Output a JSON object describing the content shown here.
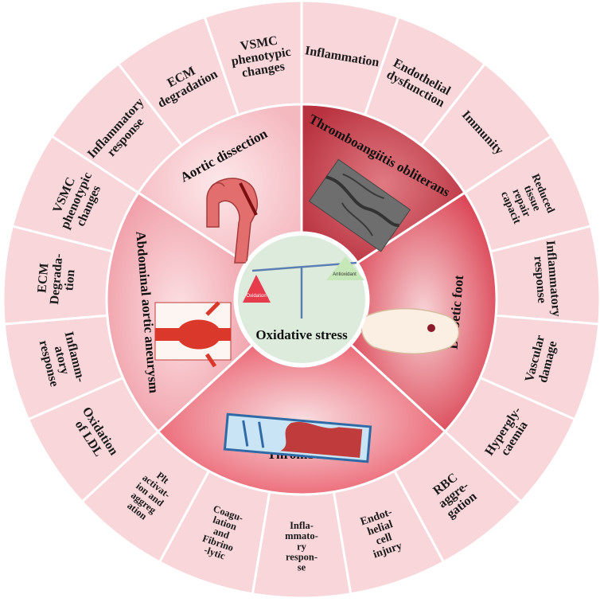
{
  "center": {
    "title": "Oxidative stress",
    "left_pan": "Oxidation",
    "right_pan": "Antioxidant"
  },
  "diseases": [
    {
      "label": "Thromboangiitis obliterans"
    },
    {
      "label": "Diabetic foot"
    },
    {
      "label": "Thrombosis"
    },
    {
      "label": "Abdominal aortic aneurysm"
    },
    {
      "label": "Aortic dissection"
    }
  ],
  "mechanisms": [
    {
      "disease": 0,
      "lines": [
        "Inflammation"
      ]
    },
    {
      "disease": 0,
      "lines": [
        "Endothelial",
        "dysfunction"
      ]
    },
    {
      "disease": 0,
      "lines": [
        "Immunity"
      ]
    },
    {
      "disease": 1,
      "lines": [
        "Reduced",
        "tissue",
        "repair",
        "capacit"
      ]
    },
    {
      "disease": 1,
      "lines": [
        "Inflammatory",
        "response"
      ]
    },
    {
      "disease": 1,
      "lines": [
        "Vascular",
        "damage"
      ]
    },
    {
      "disease": 1,
      "lines": [
        "Hypergly-",
        "caemia"
      ]
    },
    {
      "disease": 2,
      "lines": [
        "RBC",
        "aggre-",
        "gation"
      ]
    },
    {
      "disease": 2,
      "lines": [
        "Endot-",
        "helial",
        "cell",
        "injury"
      ]
    },
    {
      "disease": 2,
      "lines": [
        "Infla-",
        "mmato-",
        "ry",
        "respon-",
        "se"
      ]
    },
    {
      "disease": 2,
      "lines": [
        "Coagu-",
        "lation",
        "and",
        "Fibrino",
        "-lytic"
      ]
    },
    {
      "disease": 2,
      "lines": [
        "Plt",
        "activat-",
        "ion and",
        "aggreg",
        "ation"
      ]
    },
    {
      "disease": 3,
      "lines": [
        "Oxidation",
        "of LDL"
      ]
    },
    {
      "disease": 3,
      "lines": [
        "Inflamm-",
        "atory",
        "response"
      ]
    },
    {
      "disease": 3,
      "lines": [
        "ECM",
        "Degrada-",
        "tion"
      ]
    },
    {
      "disease": 3,
      "lines": [
        "VSMC",
        "phenotypic",
        "changes"
      ]
    },
    {
      "disease": 4,
      "lines": [
        "Inflammatory",
        "response"
      ]
    },
    {
      "disease": 4,
      "lines": [
        "ECM",
        "degradation"
      ]
    },
    {
      "disease": 4,
      "lines": [
        "VSMC",
        "phenotypic",
        "changes"
      ]
    }
  ],
  "colors": {
    "outer_ring": "#f8d6da",
    "outer_stroke": "#ffffff",
    "center_fill": "#dcebdc",
    "sector_colors": [
      "#c84450",
      "#de4f5f",
      "#ee6f7c",
      "#f3bac1",
      "#f6c6cb"
    ]
  },
  "icons": [
    "balance-scale-icon",
    "aorta-icon",
    "vessel-xray-icon",
    "foot-icon",
    "thrombus-vessel-icon",
    "aneurysm-vessel-icon"
  ]
}
